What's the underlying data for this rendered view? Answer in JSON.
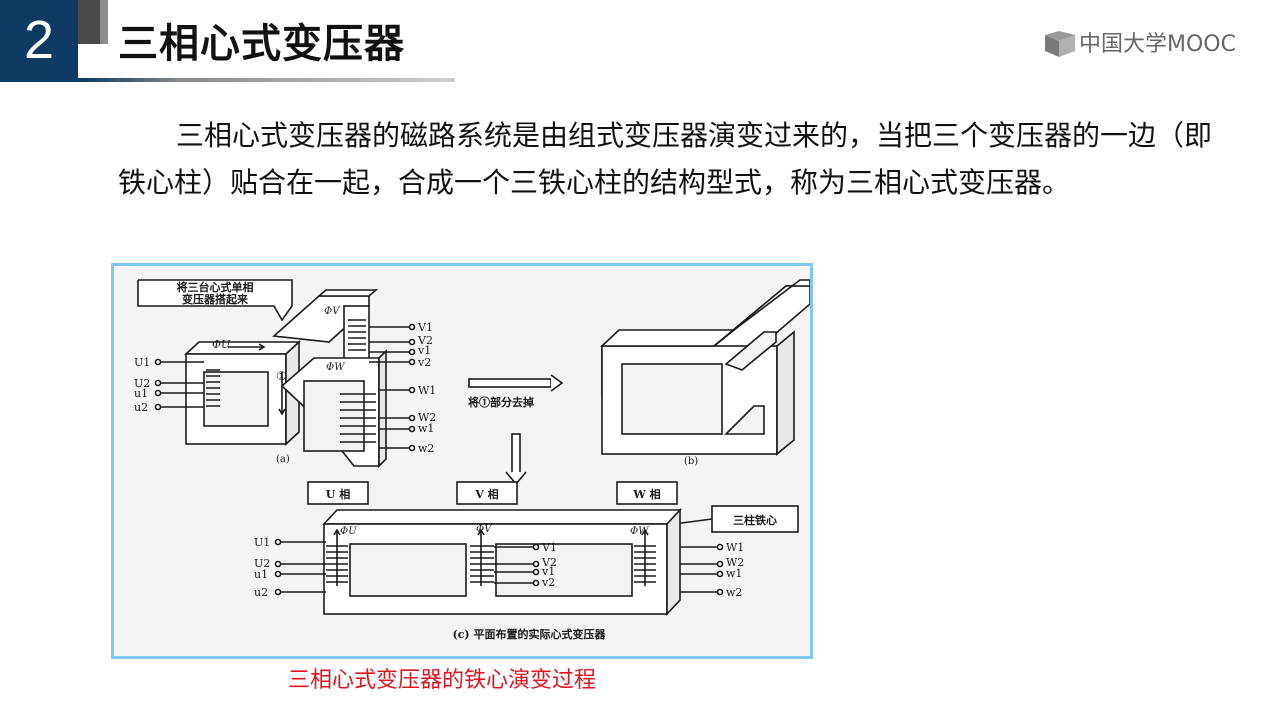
{
  "header": {
    "section_number": "2",
    "title": "三相心式变压器",
    "logo_text": "中国大学MOOC"
  },
  "body": {
    "paragraph": "三相心式变压器的磁路系统是由组式变压器演变过来的，当把三个变压器的一边（即铁心柱）贴合在一起，合成一个三铁心柱的结构型式，称为三相心式变压器。"
  },
  "figure": {
    "caption": "三相心式变压器的铁心演变过程",
    "callout_a_line1": "将三台心式单相",
    "callout_a_line2": "变压器搭起来",
    "arrow_label": "将①部分去掉",
    "sub_a": "(a)",
    "sub_b": "(b)",
    "sub_c": "(c) 平面布置的实际心式变压器",
    "phase_u": "U 相",
    "phase_v": "V 相",
    "phase_w": "W 相",
    "core_label": "三柱铁心",
    "terminals_a_left": [
      "U1",
      "U2",
      "u1",
      "u2"
    ],
    "terminals_a_v": [
      "V1",
      "V2",
      "v1",
      "v2"
    ],
    "terminals_a_w": [
      "W1",
      "W2",
      "w1",
      "w2"
    ],
    "terminals_c_left": [
      "U1",
      "U2",
      "u1",
      "u2"
    ],
    "terminals_c_v": [
      "V1",
      "V2",
      "v1",
      "v2"
    ],
    "terminals_c_w": [
      "W1",
      "W2",
      "w1",
      "w2"
    ],
    "flux_u": "ΦU",
    "flux_v": "ΦV",
    "flux_w": "ΦW",
    "marker_one": "①"
  },
  "colors": {
    "header_blue": "#0d3a63",
    "caption_red": "#e0141e",
    "figure_border": "#7fc8ef"
  }
}
